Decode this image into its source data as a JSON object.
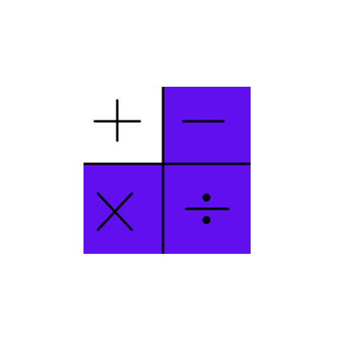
{
  "app_icon": {
    "name": "calculator-operators-icon",
    "colors": {
      "background": "#ffffff",
      "tile_fill": "#6010ee",
      "blank_tile_fill": "#ffffff",
      "stroke": "#000000"
    },
    "tiles": [
      {
        "operator": "plus",
        "filled": false
      },
      {
        "operator": "minus",
        "filled": true
      },
      {
        "operator": "multiply",
        "filled": true
      },
      {
        "operator": "divide",
        "filled": true
      }
    ]
  }
}
